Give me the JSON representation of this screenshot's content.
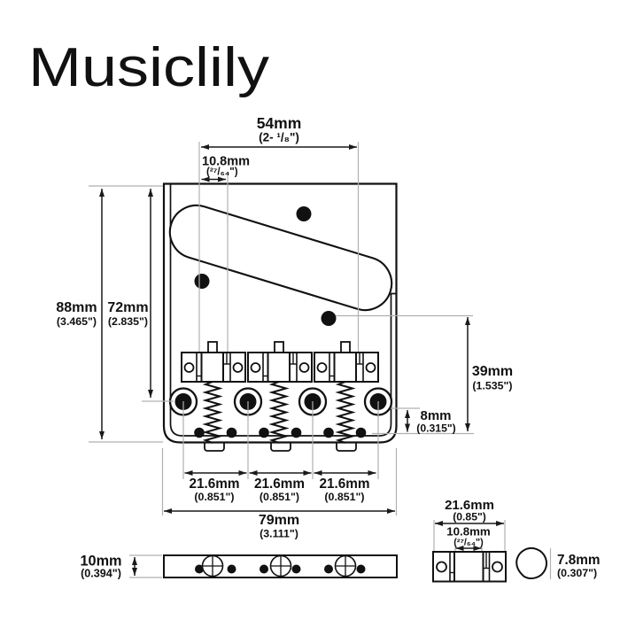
{
  "brand": {
    "logo_text": "Musiclily"
  },
  "colors": {
    "background": "#ffffff",
    "line": "#111111",
    "dimension_line": "#1a1a1a",
    "extension_line": "#b0b0b0",
    "text": "#111111"
  },
  "dims": {
    "string_span": {
      "mm": "54mm",
      "inch": "(2- ¹/₈\")"
    },
    "string_spacing": {
      "mm": "10.8mm",
      "inch": "(²⁷/₆₄\")"
    },
    "plate_length": {
      "mm": "88mm",
      "inch": "(3.465\")"
    },
    "edge_to_screw_row": {
      "mm": "72mm",
      "inch": "(2.835\")"
    },
    "screw_to_string_row": {
      "mm": "39mm",
      "inch": "(1.535\")"
    },
    "row_gap": {
      "mm": "8mm",
      "inch": "(0.315\")"
    },
    "mount_screw_spacing": {
      "mm": "21.6mm",
      "inch": "(0.851\")"
    },
    "plate_width": {
      "mm": "79mm",
      "inch": "(3.111\")"
    },
    "plate_thickness": {
      "mm": "10mm",
      "inch": "(0.394\")"
    },
    "saddle_length": {
      "mm": "21.6mm",
      "inch": "(0.85\")"
    },
    "saddle_screw_spacing": {
      "mm": "10.8mm",
      "inch": "(²⁷/₆₄\")"
    },
    "saddle_barrel_diameter": {
      "mm": "7.8mm",
      "inch": "(0.307\")"
    }
  }
}
